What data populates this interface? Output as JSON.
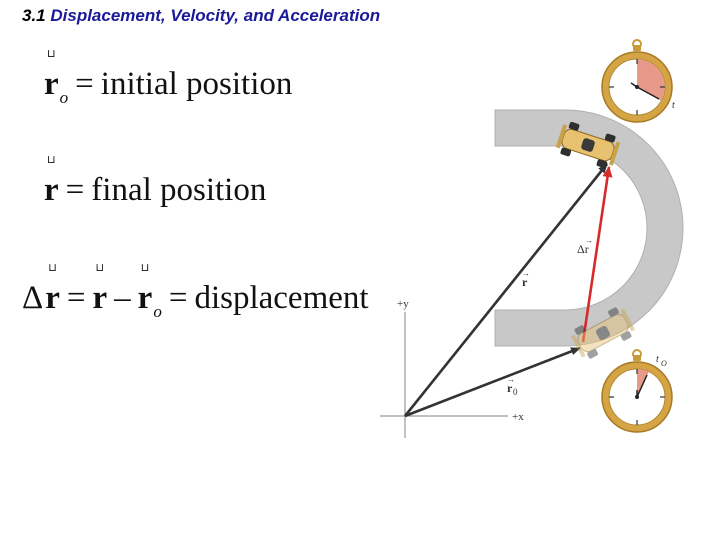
{
  "header": {
    "number": "3.1",
    "title": "Displacement, Velocity, and Acceleration"
  },
  "equations": {
    "eq1": {
      "symbol": "r",
      "subscript": "o",
      "equals": "=",
      "text": "initial position"
    },
    "eq2": {
      "symbol": "r",
      "equals": "=",
      "text": "final position"
    },
    "eq3": {
      "delta": "Δ",
      "symbol": "r",
      "minus": "–",
      "symbol2": "r",
      "subscript": "o",
      "equals": "=",
      "text": "displacement"
    }
  },
  "figure": {
    "axis_y_label": "+y",
    "axis_x_label": "+x",
    "vector_r_label": "r",
    "vector_r0_label": "r",
    "vector_r0_subscript": "0",
    "vector_dr_label": "Δr",
    "clock_top_label": "t",
    "clock_bottom_label": "t",
    "clock_bottom_subscript": "O",
    "colors": {
      "track": "#c8c8c8",
      "position_vector": "#333333",
      "displacement_vector": "#d62b2b",
      "clock_rim": "#c99a3a",
      "clock_sector": "#e89a8a",
      "title_text": "#1a1a99"
    },
    "icons": [
      "race-car-icon",
      "stopwatch-icon"
    ]
  }
}
